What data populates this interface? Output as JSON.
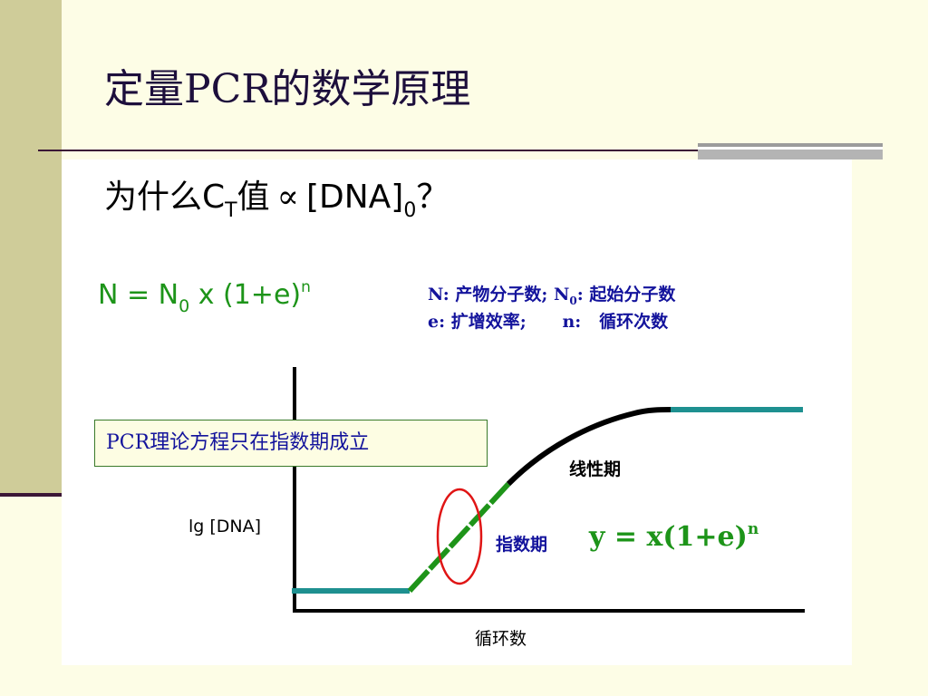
{
  "slide": {
    "title": "定量PCR的数学原理"
  },
  "question": {
    "prefix": "为什么C",
    "subscript": "T",
    "middle": "值",
    "symbol": "∝",
    "bracket": "[DNA]",
    "bracket_subscript": "0",
    "suffix": "？"
  },
  "formula": {
    "lhs": "N = N",
    "sub": "0",
    "rhs": " x (1+e)",
    "sup": "n"
  },
  "legend": {
    "line1": {
      "n_key": "N:",
      "n_desc": "产物分子数;",
      "n0_key": "N",
      "n0_sub": "0",
      "n0_colon": ":",
      "n0_desc": "起始分子数"
    },
    "line2": {
      "e_key": "e:",
      "e_desc": "扩增效率;",
      "cycles_key": "n:",
      "cycles_desc": "循环次数"
    }
  },
  "diagram": {
    "y_axis_label": "lg [DNA]",
    "x_axis_label": "循环数",
    "callout": "PCR理论方程只在指数期成立",
    "linear_phase_label": "线性期",
    "exponential_phase_label": "指数期",
    "exponential_equation": {
      "text": "y = x(1+e)",
      "sup": "n"
    },
    "colors": {
      "baseline_plateau": "#1e9090",
      "exponential": "#1e9419",
      "linear": "#000000",
      "highlight_ellipse": "#e01515"
    }
  }
}
